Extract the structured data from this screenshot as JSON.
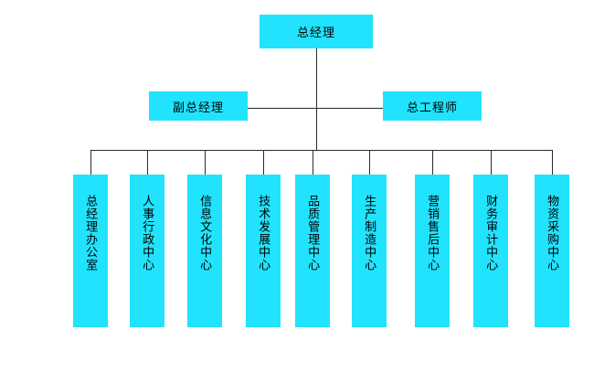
{
  "chart": {
    "type": "org-chart",
    "background_color": "#ffffff",
    "node_fill_color": "#21e3fd",
    "line_color": "#2b2b2b",
    "text_color": "#000000",
    "levels": [
      {
        "level": 1,
        "nodes": [
          {
            "id": "ceo",
            "label": "总经理",
            "orientation": "horizontal"
          }
        ]
      },
      {
        "level": 2,
        "nodes": [
          {
            "id": "deputy-gm",
            "label": "副总经理",
            "orientation": "horizontal"
          },
          {
            "id": "chief-engineer",
            "label": "总工程师",
            "orientation": "horizontal"
          }
        ]
      },
      {
        "level": 3,
        "nodes": [
          {
            "id": "gm-office",
            "label": "总经理办公室",
            "orientation": "vertical"
          },
          {
            "id": "hr-admin-center",
            "label": "人事行政中心",
            "orientation": "vertical"
          },
          {
            "id": "info-culture-center",
            "label": "信息文化中心",
            "orientation": "vertical"
          },
          {
            "id": "tech-development-center",
            "label": "技术发展中心",
            "orientation": "vertical"
          },
          {
            "id": "quality-management-center",
            "label": "品质管理中心",
            "orientation": "vertical"
          },
          {
            "id": "production-manufacturing-center",
            "label": "生产制造中心",
            "orientation": "vertical"
          },
          {
            "id": "marketing-aftersales-center",
            "label": "营销售后中心",
            "orientation": "vertical"
          },
          {
            "id": "finance-audit-center",
            "label": "财务审计中心",
            "orientation": "vertical"
          },
          {
            "id": "materials-procurement-center",
            "label": "物资采购中心",
            "orientation": "vertical"
          }
        ]
      }
    ]
  }
}
